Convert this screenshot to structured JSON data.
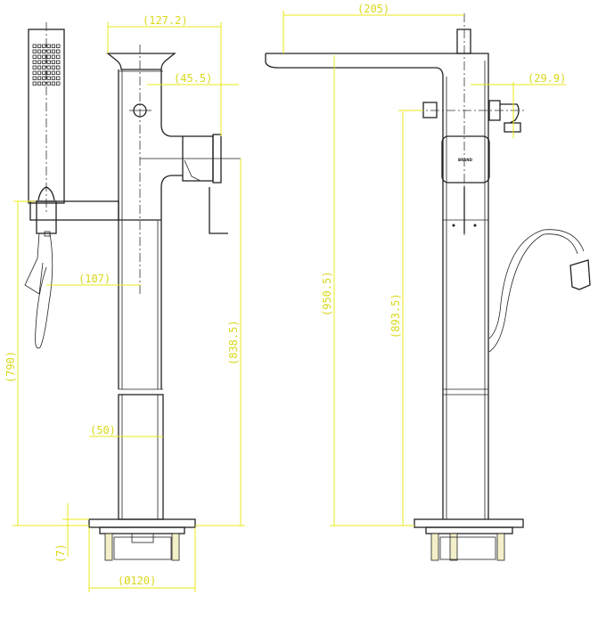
{
  "drawing": {
    "title": "Freestanding bath mixer dimension drawing",
    "logo_text": "BRAND",
    "colors": {
      "line": "#222222",
      "dimension": "#e8e81a"
    },
    "side_view": {
      "dims": {
        "top_width": "(127.2)",
        "outlet_offset": "(45.5)",
        "holder_offset": "(107)",
        "holder_height": "(790)",
        "outlet_height": "(838.5)",
        "column_width": "(50)",
        "base_thickness": "(7)",
        "base_diameter": "(Ø120)"
      }
    },
    "front_view": {
      "dims": {
        "spout_reach": "(205)",
        "side_offset": "(29.9)",
        "total_height": "(950.5)",
        "handle_height": "(893.5)"
      }
    }
  }
}
